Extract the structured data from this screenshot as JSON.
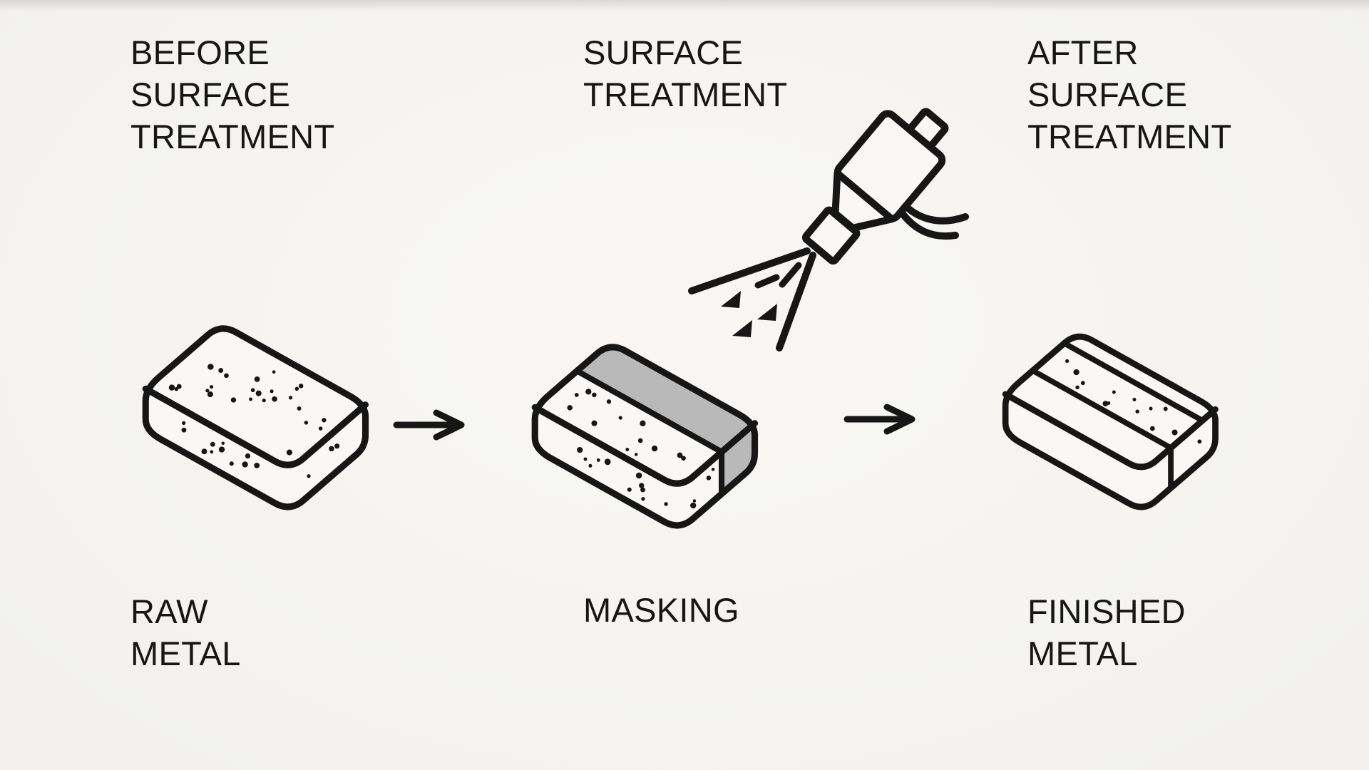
{
  "palette": {
    "background": "#f5f4f1",
    "ink": "#161616",
    "face": "#f9f8f6",
    "mask_gray": "#b9b9b9"
  },
  "stages": [
    {
      "id": "before",
      "header": "BEFORE\nSURFACE\nTREATMENT",
      "caption": "RAW\nMETAL",
      "block_type": "raw",
      "block_alt": "speckled raw metal bar"
    },
    {
      "id": "during",
      "header": "SURFACE\nTREATMENT",
      "caption": "MASKING",
      "block_type": "masked",
      "block_alt": "metal bar with gray masking stripe being sprayed"
    },
    {
      "id": "after",
      "header": "AFTER\nSURFACE\nTREATMENT",
      "caption": "FINISHED\nMETAL",
      "block_type": "finished",
      "block_alt": "finished metal bar with untreated stripe"
    }
  ],
  "icons": {
    "arrow": "arrow-right",
    "spray_gun": "spray-gun"
  }
}
